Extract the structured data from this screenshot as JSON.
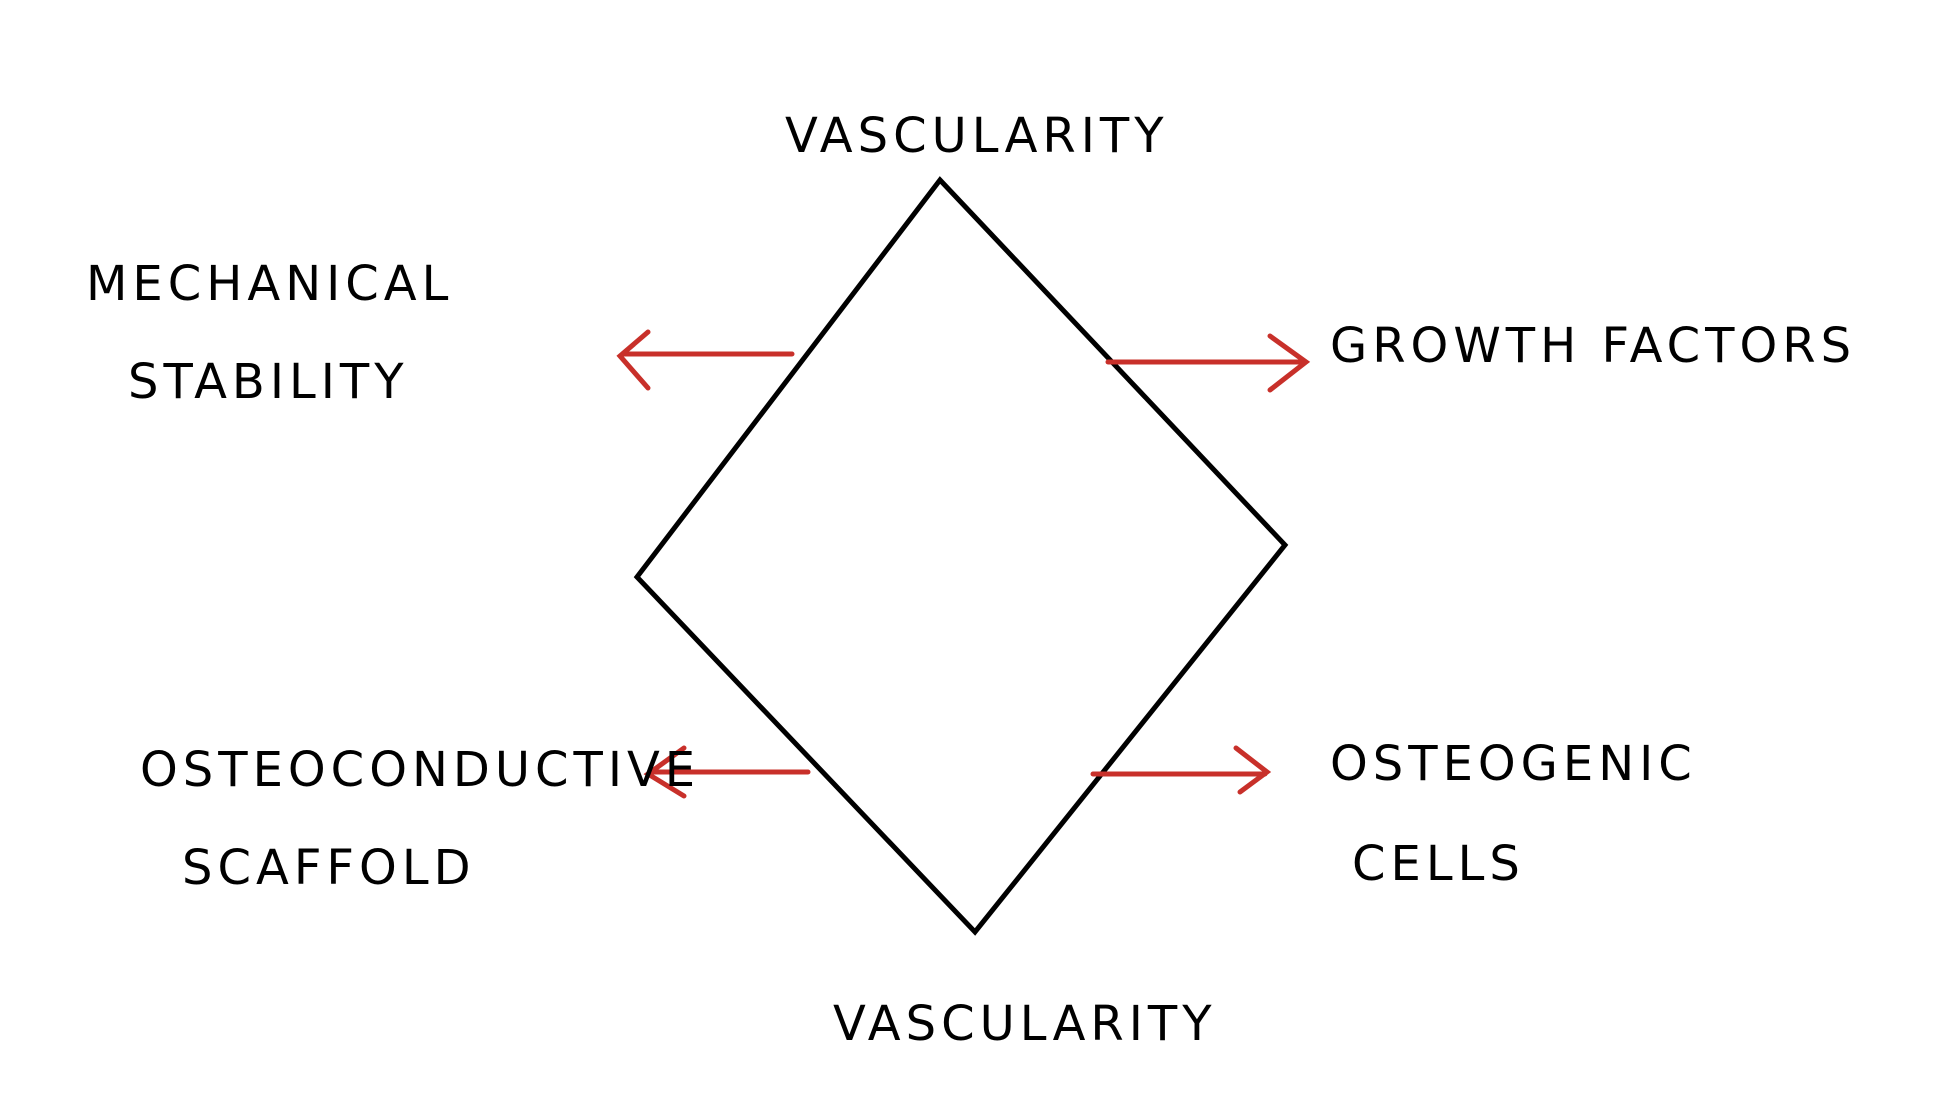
{
  "diagram": {
    "top_label": "VASCULARITY",
    "bottom_label": "VASCULARITY",
    "left_top": {
      "line1": "MECHANICAL",
      "line2": "STABILITY"
    },
    "right_top": {
      "line1": "GROWTH FACTORS"
    },
    "left_bottom": {
      "line1": "OSTEOCONDUCTIVE",
      "line2": "SCAFFOLD"
    },
    "right_bottom": {
      "line1": "OSTEOGENIC",
      "line2": "CELLS"
    },
    "colors": {
      "outline": "#000000",
      "arrow": "#c8302a",
      "background": "#ffffff"
    }
  }
}
